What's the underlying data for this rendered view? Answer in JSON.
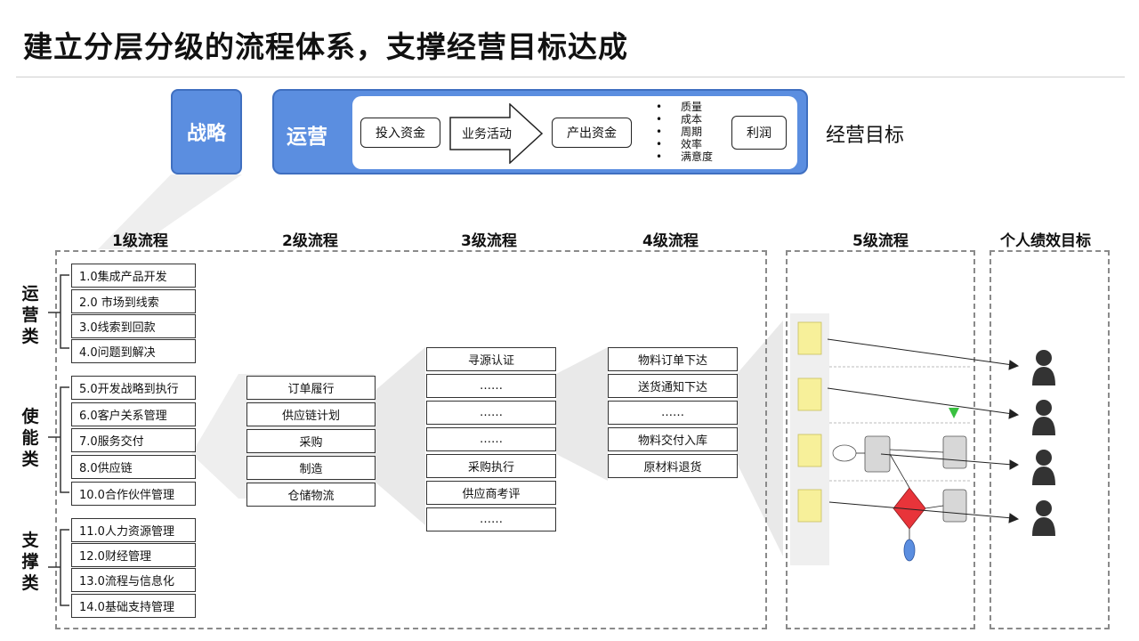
{
  "title": "建立分层分级的流程体系，支撑经营目标达成",
  "strategy": "战略",
  "operations": {
    "label": "运营",
    "flow": [
      "投入资金",
      "业务活动",
      "产出资金",
      "利润"
    ],
    "metrics": [
      "质量",
      "成本",
      "周期",
      "效率",
      "满意度"
    ]
  },
  "goal": "经营目标",
  "levels": [
    "1级流程",
    "2级流程",
    "3级流程",
    "4级流程",
    "5级流程",
    "个人绩效目标"
  ],
  "categories": [
    {
      "name": "运营类",
      "items": [
        "1.0集成产品开发",
        "2.0 市场到线索",
        "3.0线索到回款",
        "4.0问题到解决"
      ]
    },
    {
      "name": "使能类",
      "items": [
        "5.0开发战略到执行",
        "6.0客户关系管理",
        "7.0服务交付",
        "8.0供应链",
        "10.0合作伙伴管理"
      ]
    },
    {
      "name": "支撑类",
      "items": [
        "11.0人力资源管理",
        "12.0财经管理",
        "13.0流程与信息化",
        "14.0基础支持管理"
      ]
    }
  ],
  "level2": [
    "订单履行",
    "供应链计划",
    "采购",
    "制造",
    "仓储物流"
  ],
  "level3": [
    "寻源认证",
    "……",
    "……",
    "……",
    "采购执行",
    "供应商考评",
    "……"
  ],
  "level4": [
    "物料订单下达",
    "送货通知下达",
    "……",
    "物料交付入库",
    "原材料退货"
  ],
  "colors": {
    "accent": "#5b8ee0",
    "swimlane_note": "#f7f09a",
    "decision": "#e8343a",
    "person": "#333333"
  }
}
